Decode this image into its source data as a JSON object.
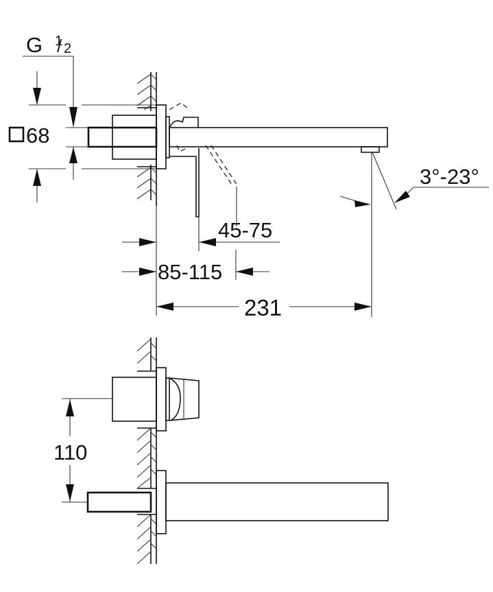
{
  "drawing": {
    "side_view": {
      "thread_label": "G",
      "thread_fraction_num": "1",
      "thread_fraction_den": "2",
      "square_size_label": "68",
      "dim_projection": "45-75",
      "dim_wall_depth": "85-115",
      "dim_spout_length": "231",
      "dim_spout_angle": "3°-23°"
    },
    "front_view": {
      "dim_vertical_spacing": "110"
    },
    "colors": {
      "line": "#111111",
      "background": "#ffffff"
    }
  }
}
